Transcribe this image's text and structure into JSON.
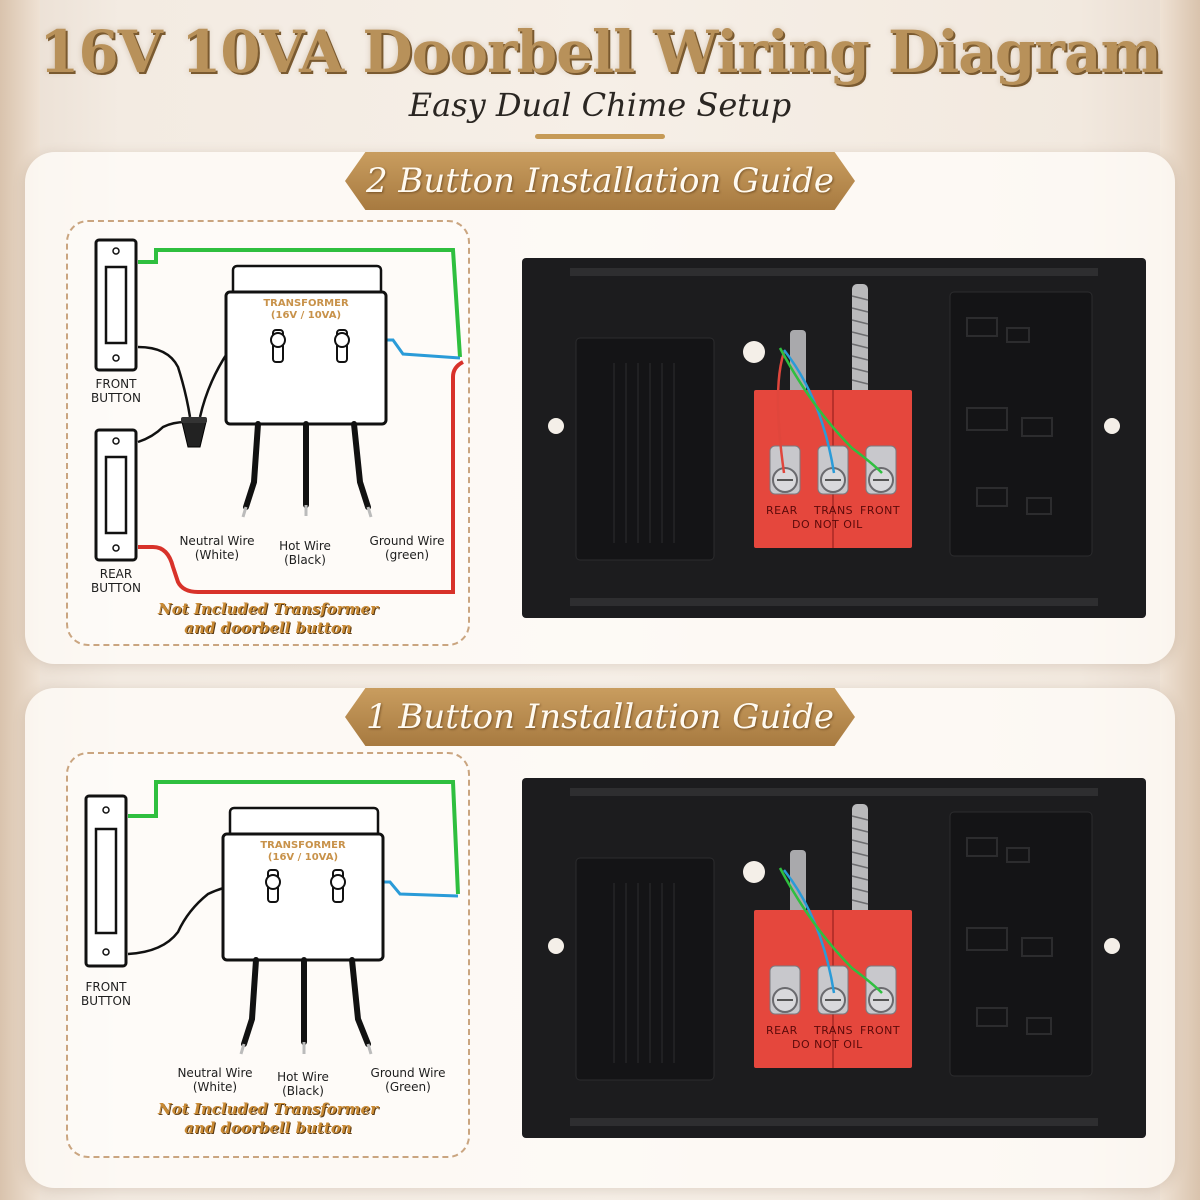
{
  "header": {
    "title": "16V 10VA Doorbell Wiring Diagram",
    "subtitle": "Easy Dual Chime Setup"
  },
  "sections": [
    {
      "banner": "2 Button Installation Guide",
      "transformer": [
        "TRANSFORMER",
        "(16V / 10VA)"
      ],
      "front_button": [
        "FRONT",
        "BUTTON"
      ],
      "rear_button": [
        "REAR",
        "BUTTON"
      ],
      "wires": {
        "neutral": [
          "Neutral Wire",
          "(White)"
        ],
        "hot": [
          "Hot Wire",
          "(Black)"
        ],
        "ground": [
          "Ground Wire",
          "(green)"
        ]
      },
      "note": [
        "Not Included Transformer",
        "and doorbell button"
      ],
      "terminals": [
        "REAR",
        "TRANS",
        "FRONT"
      ],
      "warning": "DO NOT OIL"
    },
    {
      "banner": "1 Button Installation Guide",
      "transformer": [
        "TRANSFORMER",
        "(16V / 10VA)"
      ],
      "front_button": [
        "FRONT",
        "BUTTON"
      ],
      "wires": {
        "neutral": [
          "Neutral Wire",
          "(White)"
        ],
        "hot": [
          "Hot Wire",
          "(Black)"
        ],
        "ground": [
          "Ground Wire",
          "(Green)"
        ]
      },
      "note": [
        "Not Included Transformer",
        "and doorbell button"
      ],
      "terminals": [
        "REAR",
        "TRANS",
        "FRONT"
      ],
      "warning": "DO NOT OIL"
    }
  ],
  "colors": {
    "gold": "#b8915a",
    "green_wire": "#2fbf3f",
    "blue_wire": "#2a9bd8",
    "red_wire": "#d8322a",
    "terminal_plate": "#e5473d",
    "chime_body": "#1c1c1e"
  }
}
